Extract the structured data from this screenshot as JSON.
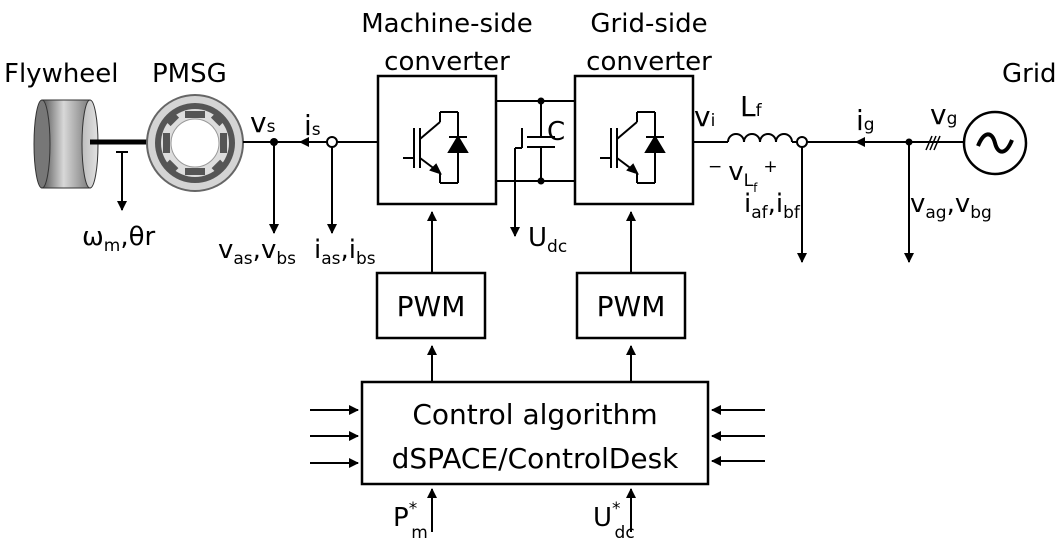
{
  "components": {
    "flywheel": "Flywheel",
    "pmsg": "PMSG",
    "grid": "Grid",
    "machine_side_converter": [
      "Machine-side",
      "converter"
    ],
    "grid_side_converter": [
      "Grid-side",
      "converter"
    ],
    "pwm_left": "PWM",
    "pwm_right": "PWM",
    "control": [
      "Control algorithm",
      "dSPACE/ControlDesk"
    ],
    "capacitor": "C"
  },
  "signals": {
    "vs": {
      "base": "v",
      "sub": "s"
    },
    "is": {
      "base": "i",
      "sub": "s"
    },
    "vi": {
      "base": "v",
      "sub": "i"
    },
    "Lf": {
      "base": "L",
      "sub": "f"
    },
    "ig": {
      "base": "i",
      "sub": "g"
    },
    "vg": {
      "base": "v",
      "sub": "g"
    },
    "vLf": {
      "minus": "−",
      "base": "v",
      "sub": "L",
      "subsub": "f",
      "plus": "+"
    },
    "omega": {
      "a": "ω",
      "a_sub": "m",
      "sep": ",",
      "b": "θr"
    },
    "vas_vbs": {
      "a": "v",
      "a_sub": "as",
      "sep": ",",
      "b": "v",
      "b_sub": "bs"
    },
    "ias_ibs": {
      "a": "i",
      "a_sub": "as",
      "sep": ",",
      "b": "i",
      "b_sub": "bs"
    },
    "udc": {
      "base": "U",
      "sub": "dc"
    },
    "iaf_ibf": {
      "a": "i",
      "a_sub": "af",
      "sep": ",",
      "b": "i",
      "b_sub": "bf"
    },
    "vag_vbg": {
      "a": "v",
      "a_sub": "ag",
      "sep": ",",
      "b": "v",
      "b_sub": "bg"
    },
    "pm_ref": {
      "base": "P",
      "sup": "*",
      "sub": "m"
    },
    "udc_ref": {
      "base": "U",
      "sup": "*",
      "sub": "dc"
    }
  }
}
